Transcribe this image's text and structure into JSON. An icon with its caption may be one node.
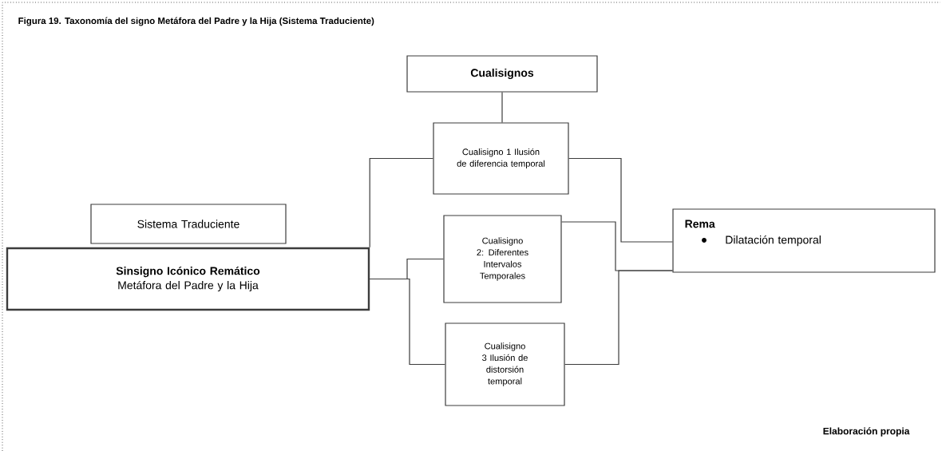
{
  "diagram": {
    "title": "Figura 19. Taxonomía del signo Metáfora del Padre y la Hija (Sistema Traduciente)",
    "nodes": [
      {
        "text": [
          "Cualisignos"
        ]
      },
      {
        "text": [
          "Cualisigno 1 Ilusión de diferencia temporal"
        ]
      },
      {
        "text": [
          "Sistema Traduciente"
        ]
      },
      {
        "text": [
          "Sinsigno  Icónico Remático",
          "Metáfora del Padre y la Hija"
        ]
      },
      {
        "text": [
          "Cualisigno  2: Diferentes Intervalos Temporales"
        ]
      },
      {
        "text": [
          "Rema",
          "Dilatación temporal"
        ]
      },
      {
        "text": [
          "Cualisigno 3 Ilusión de distorsión temporal"
        ]
      }
    ],
    "edges": [
      {
        "from": 0,
        "to": 1,
        "arrow": "none"
      },
      {
        "from": 3,
        "to": 1,
        "arrow": "none"
      },
      {
        "from": 3,
        "to": 4,
        "arrow": "none"
      },
      {
        "from": 3,
        "to": 6,
        "arrow": "none"
      },
      {
        "from": 1,
        "to": 5,
        "arrow": "none"
      },
      {
        "from": 4,
        "to": 5,
        "arrow": "none"
      },
      {
        "from": 6,
        "to": 5,
        "arrow": "none"
      }
    ],
    "labels": [
      "Elaboración propia"
    ]
  }
}
